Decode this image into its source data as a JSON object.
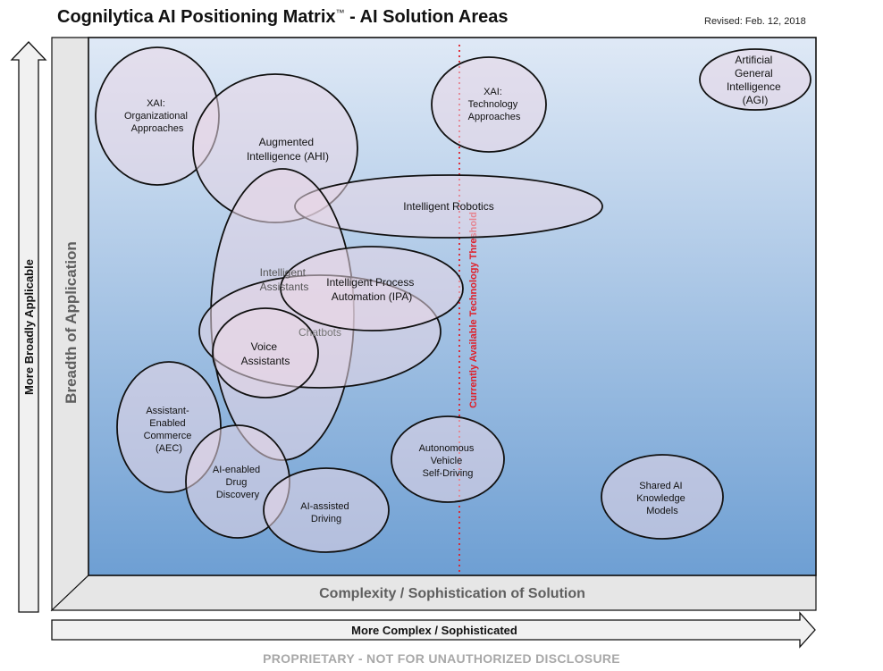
{
  "header": {
    "title": "Cognilytica AI Positioning Matrix",
    "title_mark": "™",
    "title_suffix": " - AI Solution Areas",
    "revised": "Revised: Feb. 12, 2018"
  },
  "axes": {
    "y_inner_label": "Breadth of Application",
    "x_inner_label": "Complexity / Sophistication of Solution",
    "y_outer_label": "More Broadly Applicable",
    "x_outer_label": "More Complex / Sophisticated"
  },
  "threshold": {
    "label": "Currently Available Technology Threshold",
    "color": "#e0202a"
  },
  "areas": [
    {
      "id": "xai-org",
      "lines": [
        "XAI:",
        "Organizational",
        "Approaches"
      ]
    },
    {
      "id": "ahi",
      "lines": [
        "Augmented",
        "Intelligence (AHI)"
      ]
    },
    {
      "id": "xai-tech",
      "lines": [
        "XAI:",
        "Technology",
        "Approaches"
      ]
    },
    {
      "id": "agi",
      "lines": [
        "Artificial",
        "General",
        "Intelligence",
        "(AGI)"
      ]
    },
    {
      "id": "robotics",
      "lines": [
        "Intelligent Robotics"
      ]
    },
    {
      "id": "assistants",
      "lines": [
        "Intelligent",
        "Assistants"
      ]
    },
    {
      "id": "ipa",
      "lines": [
        "Intelligent Process",
        "Automation (IPA)"
      ]
    },
    {
      "id": "chatbots",
      "lines": [
        "Chatbots"
      ]
    },
    {
      "id": "voice",
      "lines": [
        "Voice",
        "Assistants"
      ]
    },
    {
      "id": "aec",
      "lines": [
        "Assistant-",
        "Enabled",
        "Commerce",
        "(AEC)"
      ]
    },
    {
      "id": "drug",
      "lines": [
        "AI-enabled",
        "Drug",
        "Discovery"
      ]
    },
    {
      "id": "driving",
      "lines": [
        "AI-assisted",
        "Driving"
      ]
    },
    {
      "id": "autonomous",
      "lines": [
        "Autonomous",
        "Vehicle",
        "Self-Driving"
      ]
    },
    {
      "id": "knowledge",
      "lines": [
        "Shared AI",
        "Knowledge",
        "Models"
      ]
    }
  ],
  "colors": {
    "plot_top": "#dfe9f6",
    "plot_bottom": "#6e9fd3",
    "bubble_fill": "#ead7e6",
    "wall": "#e6e6e6"
  },
  "footer": "PROPRIETARY - NOT FOR UNAUTHORIZED DISCLOSURE"
}
